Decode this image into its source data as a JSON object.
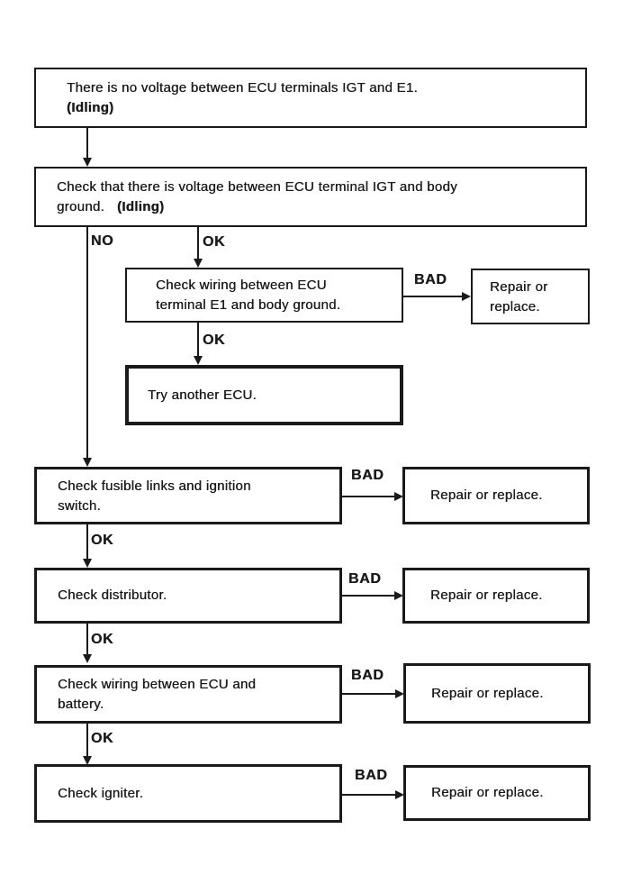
{
  "ink": "#1a1a1a",
  "labels": {
    "no": "NO",
    "ok": "OK",
    "bad": "BAD"
  },
  "boxes": {
    "start": {
      "line1": "There is no voltage between ECU terminals IGT and E1.",
      "line2": "(Idling)"
    },
    "check_igt_voltage": {
      "line1": "Check that there is voltage between ECU terminal IGT and body",
      "line2": "ground.",
      "line2_note": "(Idling)"
    },
    "check_wiring_e1": {
      "line1": "Check wiring between ECU",
      "line2": "terminal E1 and body ground."
    },
    "repair_wrapped": {
      "line1": "Repair or",
      "line2": "replace."
    },
    "try_another_ecu": {
      "text": "Try another ECU."
    },
    "check_fusible_links": {
      "line1": "Check fusible links and ignition",
      "line2": "switch."
    },
    "check_distributor": {
      "text": "Check distributor."
    },
    "check_wiring_battery": {
      "line1": "Check wiring between ECU and",
      "line2": "battery."
    },
    "check_igniter": {
      "text": "Check igniter."
    },
    "repair_single_line": {
      "text": "Repair or replace."
    }
  }
}
